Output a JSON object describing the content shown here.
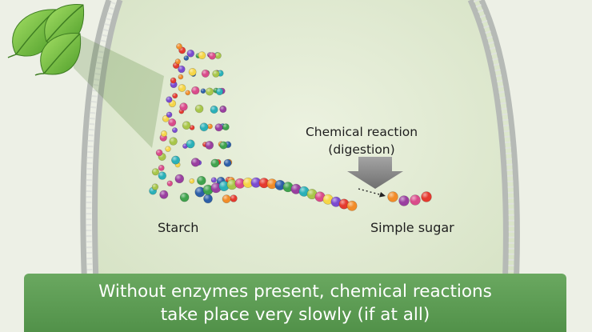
{
  "diagram": {
    "reaction_label": {
      "line1": "Chemical reaction",
      "line2": "(digestion)"
    },
    "starch_label": "Starch",
    "simple_sugar_label": "Simple sugar"
  },
  "caption": {
    "line1": "Without enzymes present, chemical reactions",
    "line2": "take place very slowly (if at all)"
  },
  "colors": {
    "cytoplasm": "#dfe8cf",
    "cell_membrane": "#b9bdb9",
    "leaf": "#7cc64a",
    "arrow": "#8a8a8a",
    "banner": "#5c9b52",
    "caption_text": "#ffffff",
    "bead_palette": [
      "#e53a2f",
      "#f28c28",
      "#2d5fa8",
      "#3fa34d",
      "#9a3fa0",
      "#2ab0b8",
      "#a8c64a",
      "#d94b8a",
      "#f5d547",
      "#7a4bd0"
    ]
  },
  "icons": [
    "leaf-icon",
    "down-arrow-icon",
    "dotted-arrow-icon"
  ]
}
